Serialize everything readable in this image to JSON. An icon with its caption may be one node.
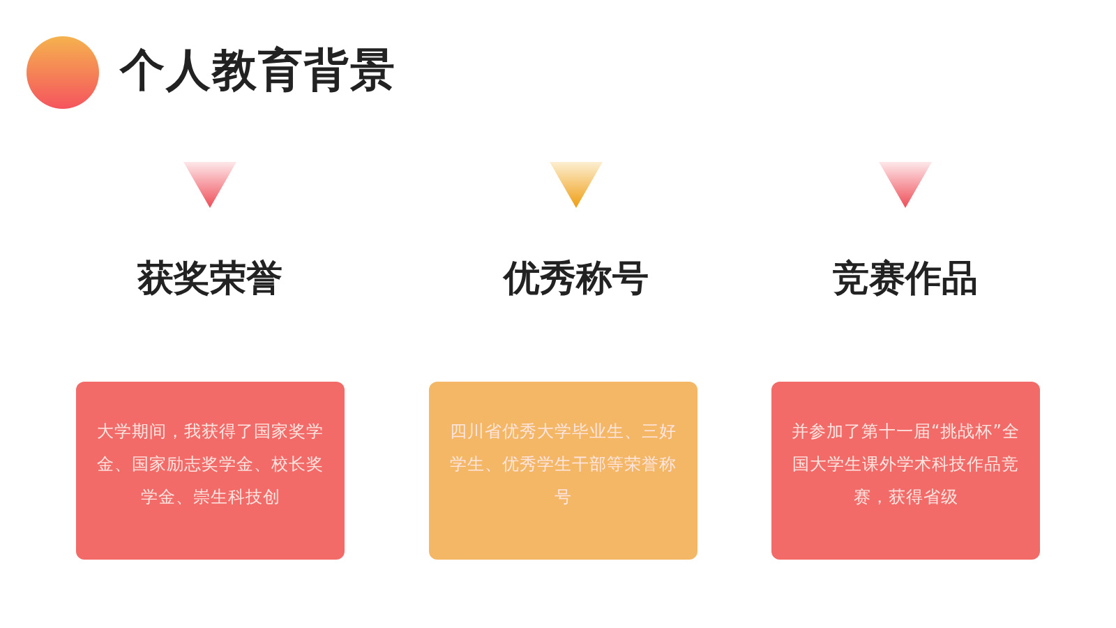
{
  "diagram": {
    "title": "个人教育背景",
    "nodes": [
      {
        "text": [
          "大学期间，我获得了国家奖学金、国家励志奖学金、校长奖学金、崇生科技创"
        ]
      },
      {
        "text": [
          "四川省优秀大学毕业生、三好学生、优秀学生干部等荣誉称号"
        ]
      },
      {
        "text": [
          "并参加了第十一届“挑战杯”全国大学生课外学术科技作品竞赛，获得省级"
        ]
      }
    ],
    "labels": [
      "获奖荣誉",
      "优秀称号",
      "竞赛作品"
    ]
  }
}
